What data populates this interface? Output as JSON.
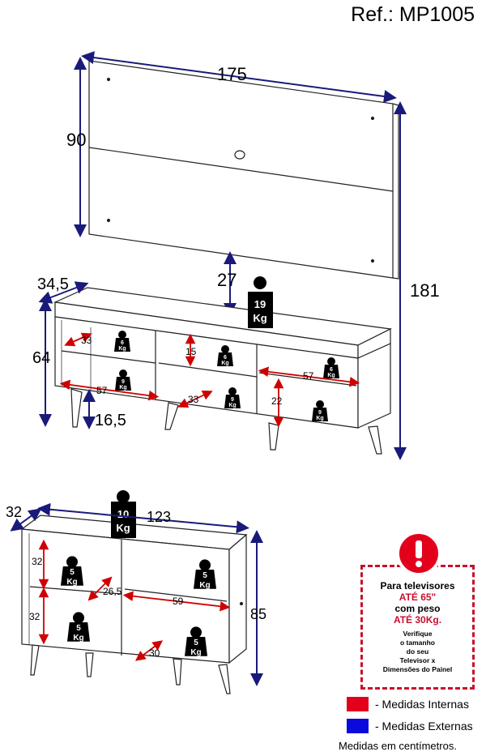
{
  "reference": "Ref.: MP1005",
  "panel": {
    "width": "175",
    "height": "90",
    "total_height": "181",
    "gap": "27"
  },
  "rack": {
    "depth": "34,5",
    "height": "64",
    "leg_height": "16,5",
    "top_weight": {
      "value": "19",
      "unit": "Kg"
    },
    "niches": [
      {
        "weight": "6",
        "unit": "Kg"
      },
      {
        "weight": "9",
        "unit": "Kg"
      },
      {
        "weight": "6",
        "unit": "Kg"
      },
      {
        "weight": "9",
        "unit": "Kg"
      },
      {
        "weight": "6",
        "unit": "Kg"
      },
      {
        "weight": "9",
        "unit": "Kg"
      }
    ],
    "internal": {
      "left_depth": "33",
      "left_width": "57",
      "mid_height": "15",
      "mid_depth": "33",
      "right_width": "57",
      "right_height": "22"
    }
  },
  "buffet": {
    "depth": "32",
    "width": "123",
    "height": "85",
    "top_weight": {
      "value": "10",
      "unit": "Kg"
    },
    "niches": [
      {
        "weight": "5",
        "unit": "Kg"
      },
      {
        "weight": "5",
        "unit": "Kg"
      },
      {
        "weight": "5",
        "unit": "Kg"
      },
      {
        "weight": "5",
        "unit": "Kg"
      }
    ],
    "internal": {
      "upper_height": "32",
      "lower_height": "32",
      "depth": "26,5",
      "width": "59",
      "lower_depth": "30"
    }
  },
  "warning": {
    "line1": "Para televisores",
    "line2": "ATÉ 65\"",
    "line3": "com peso",
    "line4": "ATÉ 30Kg.",
    "small": [
      "Verifique",
      "o tamanho",
      "do seu",
      "Televisor x",
      "Dimensões do Painel"
    ]
  },
  "legend": [
    {
      "label": "- Medidas Internas",
      "color": "#e3001b"
    },
    {
      "label": "- Medidas Externas",
      "color": "#0a0adc"
    }
  ],
  "footer": "Medidas em centímetros."
}
